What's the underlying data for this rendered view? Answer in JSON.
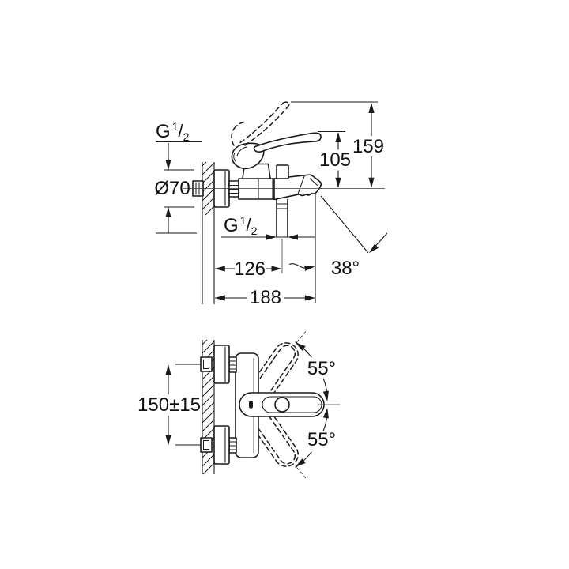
{
  "canvas": {
    "background_color": "#ffffff",
    "line_color": "#1a1a1a",
    "description": "Technical dimension drawing of a wall-mounted single-lever bath/shower mixer tap, side view and front (plan) view"
  },
  "side_view": {
    "supply_thread_label": {
      "prefix": "G",
      "numerator": "1",
      "slash": "/",
      "denominator": "2"
    },
    "escutcheon_diameter": "Ø70",
    "lever_height": "105",
    "total_height": "159",
    "shower_outlet_thread_label": {
      "prefix": "G",
      "numerator": "1",
      "slash": "/",
      "denominator": "2"
    },
    "wall_to_shower_outlet": "126",
    "spout_outlet_angle": "38°",
    "wall_to_spout_end": "188"
  },
  "front_view": {
    "connection_spacing": "150±15",
    "lever_swivel_up": "55°",
    "lever_swivel_down": "55°"
  }
}
